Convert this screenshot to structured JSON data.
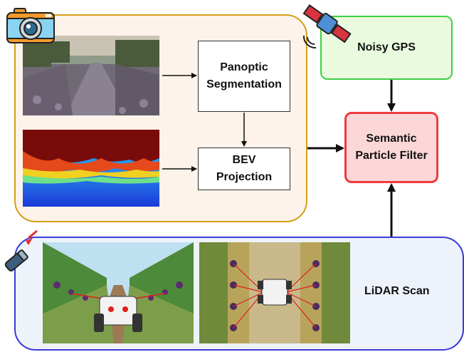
{
  "nodes": {
    "panoptic_segmentation": "Panoptic\nSegmentation",
    "bev_projection": "BEV\nProjection",
    "noisy_gps": "Noisy GPS",
    "semantic_particle_filter": "Semantic\nParticle Filter",
    "lidar_scan": "LiDAR Scan"
  },
  "colors": {
    "camera_group_border": "#d4a017",
    "lidar_group_border": "#3b3bd6",
    "gps_border": "#3fcf3f",
    "filter_border": "#ee3b3b"
  },
  "icons": [
    "camera-icon",
    "satellite-icon",
    "lidar-sensor-icon"
  ]
}
